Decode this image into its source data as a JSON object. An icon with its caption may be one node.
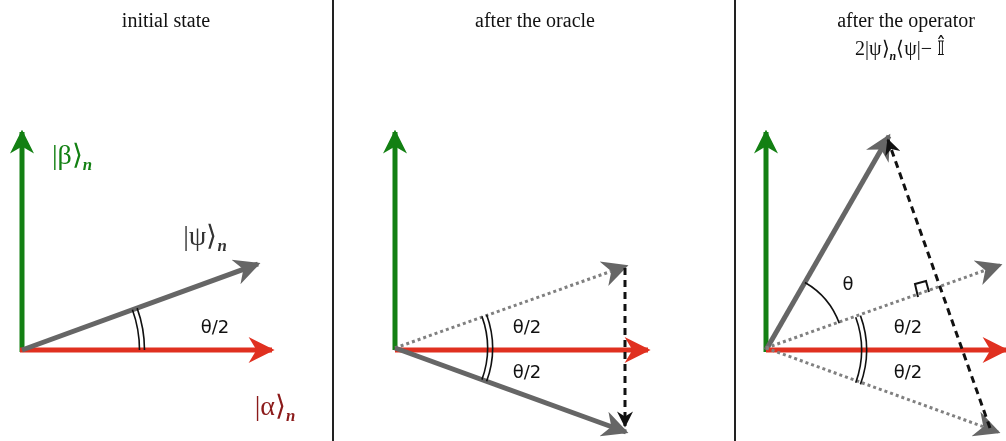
{
  "diagram": {
    "labels": [
      "initial state",
      "|β⟩$_{n}$",
      "|ψ⟩$_{n}$",
      "θ/2",
      "|α⟩$_{n}$",
      "after the oracle",
      "θ/2",
      "θ/2",
      "after the operator",
      "2|ψ⟩$_{n}$⟨ψ|− 𝕀̂",
      "θ",
      "θ/2",
      "θ/2"
    ]
  }
}
